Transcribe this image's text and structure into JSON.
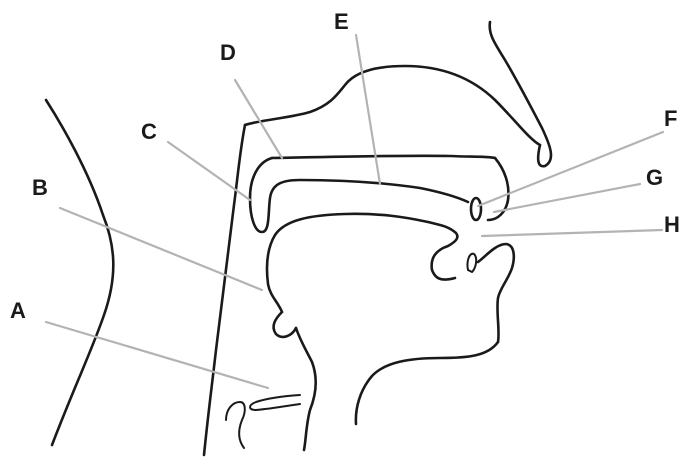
{
  "labels": {
    "a": "A",
    "b": "B",
    "c": "C",
    "d": "D",
    "e": "E",
    "f": "F",
    "g": "G",
    "h": "H"
  },
  "colors": {
    "outline": "#1a1a1a",
    "leader_lines": "#b3b3b3",
    "background": "#ffffff"
  }
}
